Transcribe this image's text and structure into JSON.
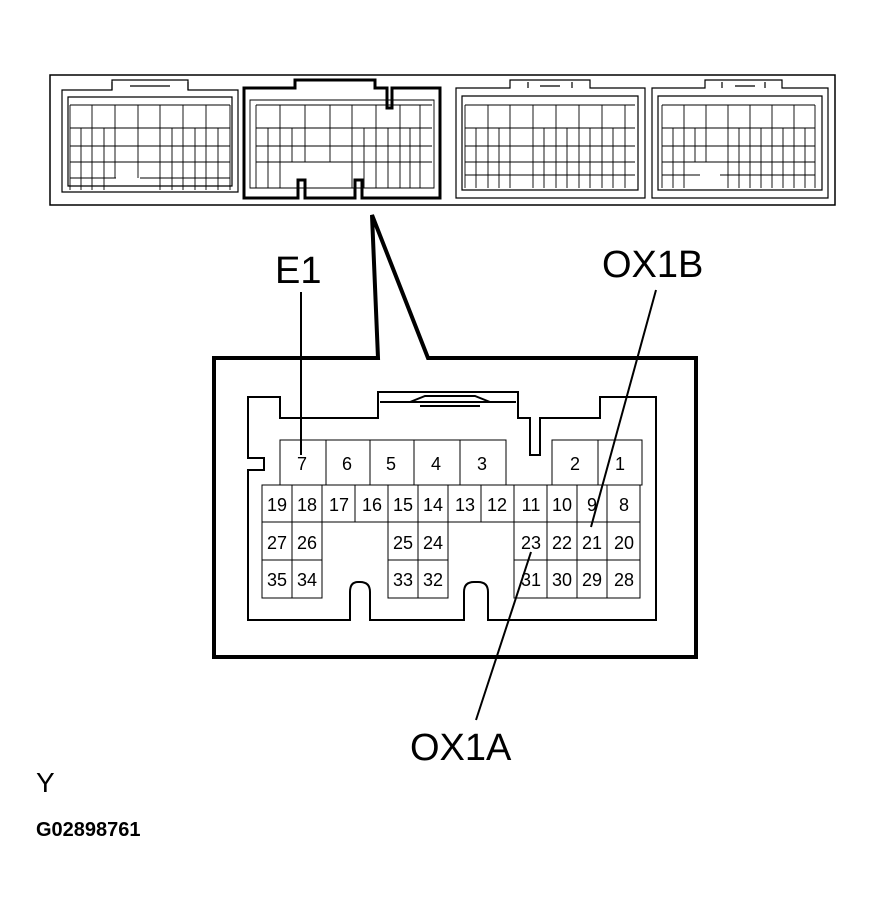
{
  "callouts": {
    "e1": "E1",
    "ox1b": "OX1B",
    "ox1a": "OX1A"
  },
  "footer": {
    "code": "Y",
    "figure_id": "G02898761"
  },
  "connector_pins": {
    "row1": [
      "7",
      "6",
      "5",
      "4",
      "3",
      "2",
      "1"
    ],
    "row2": [
      "19",
      "18",
      "17",
      "16",
      "15",
      "14",
      "13",
      "12",
      "11",
      "10",
      "9",
      "8"
    ],
    "row3": [
      "27",
      "26",
      "25",
      "24",
      "23",
      "22",
      "21",
      "20"
    ],
    "row4": [
      "35",
      "34",
      "33",
      "32",
      "31",
      "30",
      "29",
      "28"
    ]
  },
  "colors": {
    "line": "#000000",
    "background": "#ffffff"
  }
}
